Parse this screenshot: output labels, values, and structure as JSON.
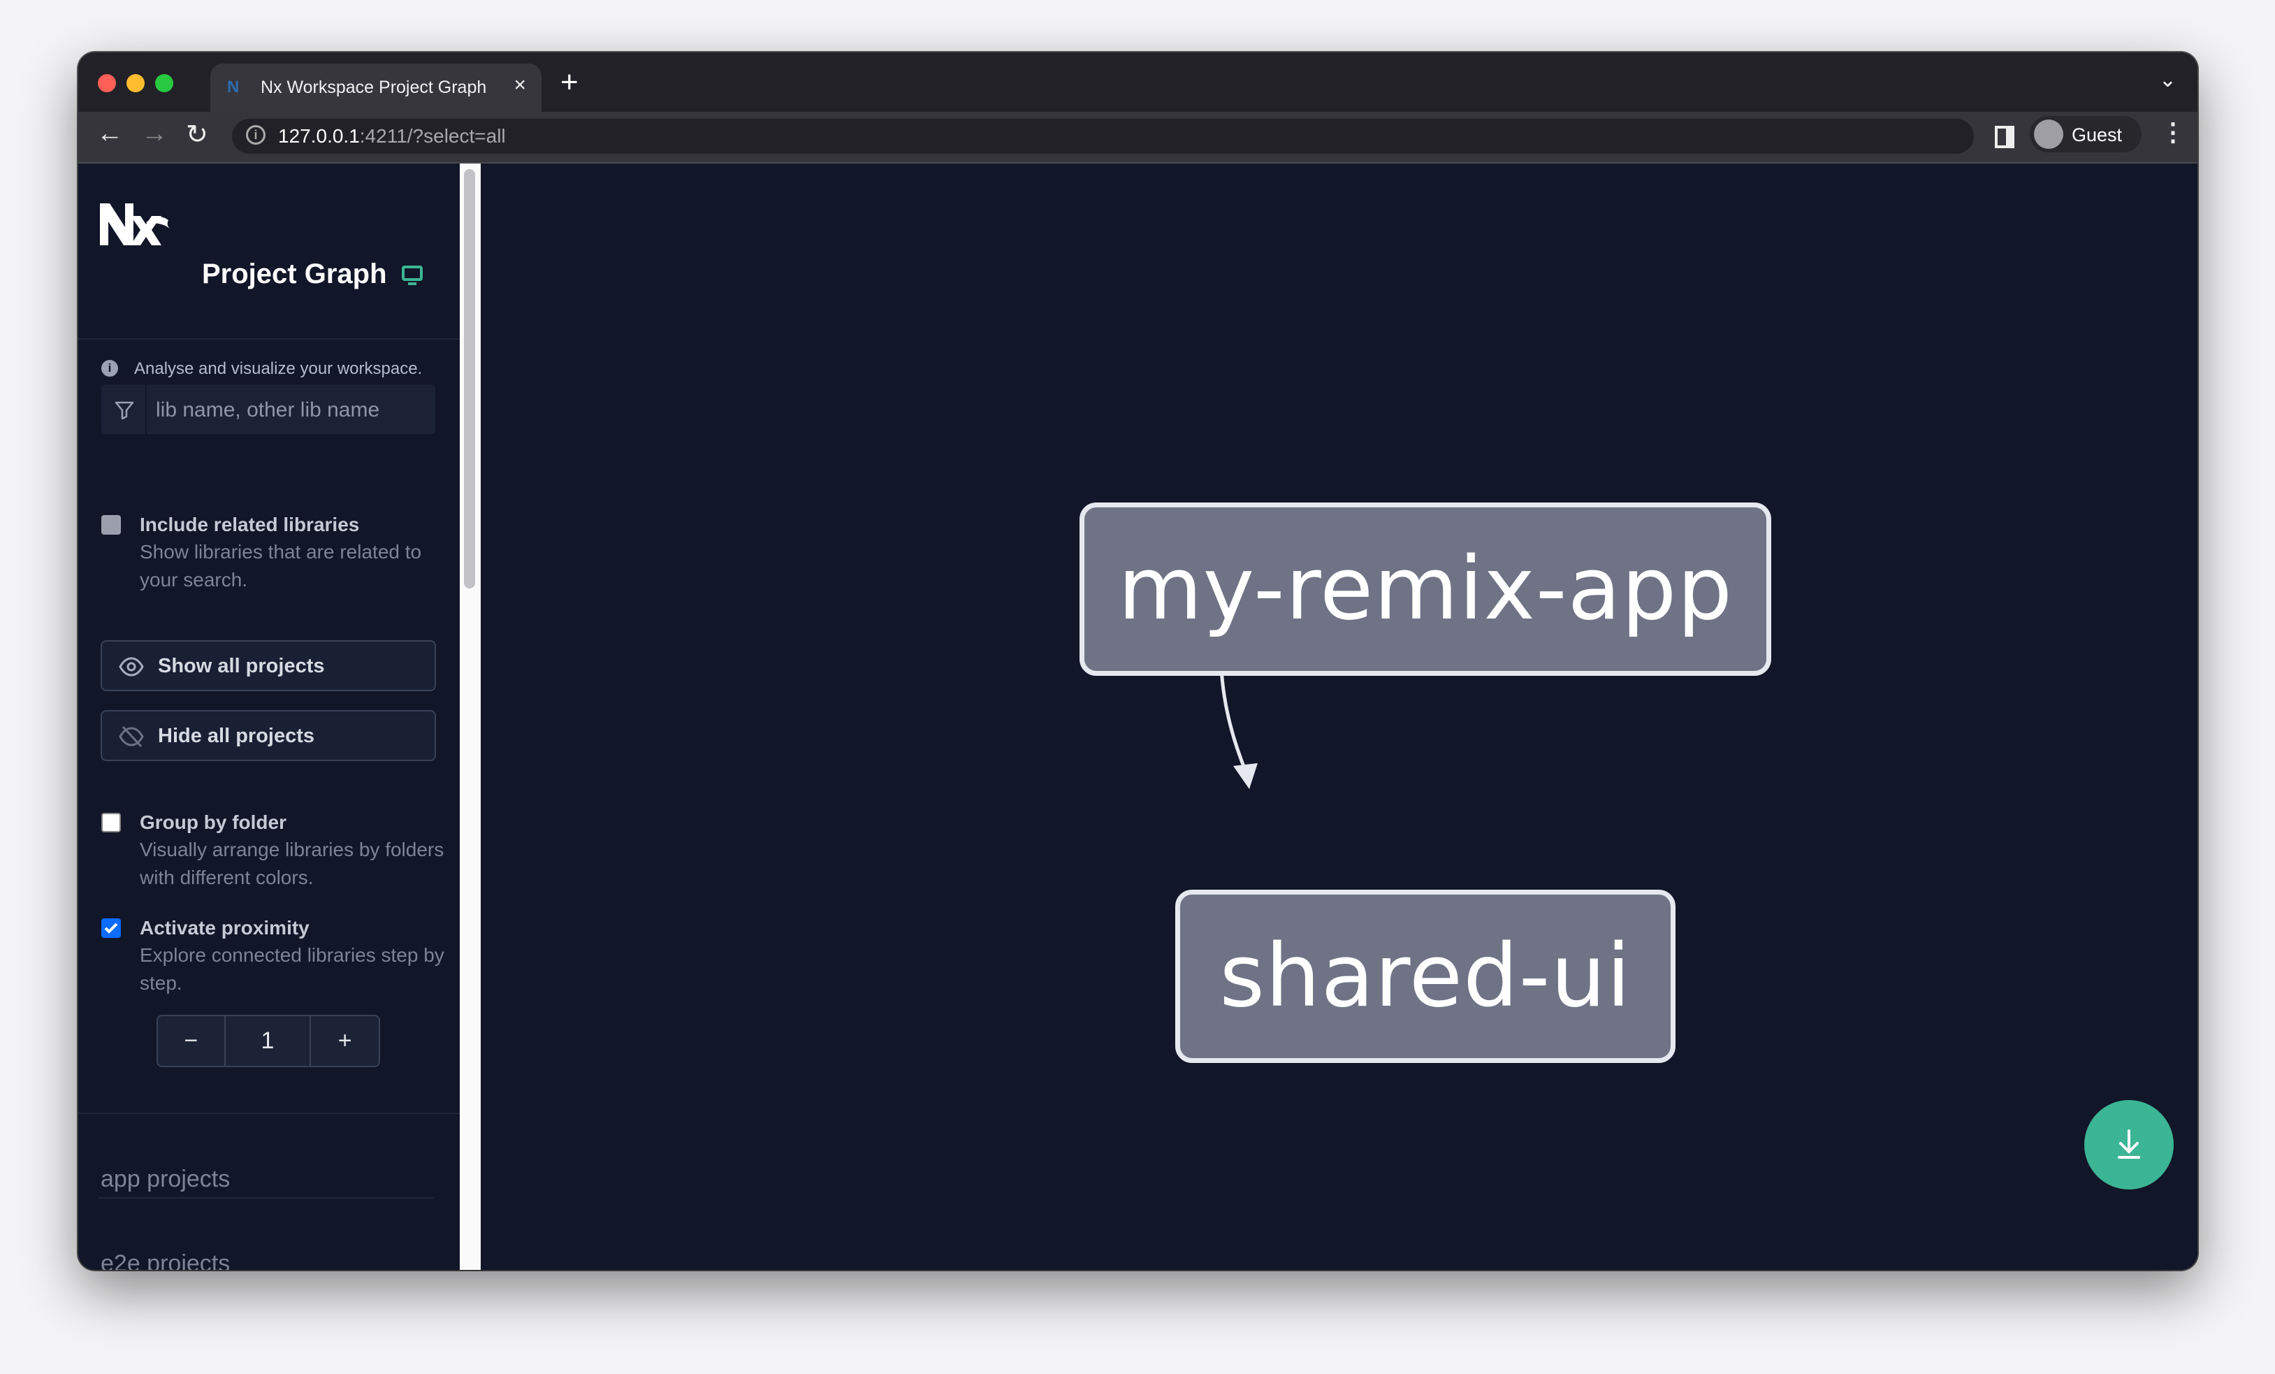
{
  "browser": {
    "tab_title": "Nx Workspace Project Graph",
    "url_host": "127.0.0.1",
    "url_rest": ":4211/?select=all",
    "profile": "Guest"
  },
  "sidebar": {
    "title": "Project Graph",
    "info": "Analyse and visualize your workspace.",
    "search_placeholder": "lib name, other lib name",
    "include_related": {
      "label": "Include related libraries",
      "description": "Show libraries that are related to your search.",
      "checked": false
    },
    "show_all": "Show all projects",
    "hide_all": "Hide all projects",
    "group_by_folder": {
      "label": "Group by folder",
      "description": "Visually arrange libraries by folders with different colors.",
      "checked": false
    },
    "proximity": {
      "label": "Activate proximity",
      "description": "Explore connected libraries step by step.",
      "checked": true
    },
    "stepper": {
      "decrement": "−",
      "value": "1",
      "increment": "+"
    },
    "groups": [
      "app projects",
      "e2e projects"
    ]
  },
  "graph": {
    "nodes": [
      "my-remix-app",
      "shared-ui"
    ],
    "edges": [
      {
        "from": "my-remix-app",
        "to": "shared-ui"
      }
    ]
  },
  "colors": {
    "accent": "#3cb594",
    "node_fill": "#6f7385",
    "node_border": "#e6e8ef",
    "background": "#111628",
    "checkbox": "#0b6cff"
  }
}
